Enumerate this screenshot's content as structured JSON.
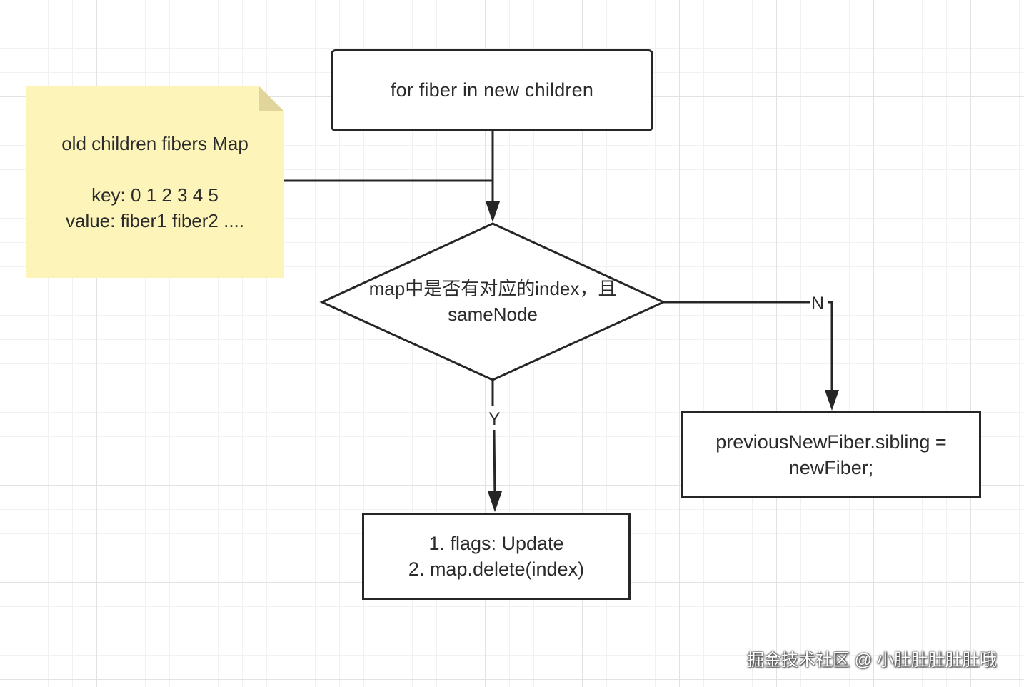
{
  "start": {
    "text": "for fiber in new children"
  },
  "note": {
    "title": "old children fibers Map",
    "key_line": "key: 0 1 2 3 4 5",
    "value_line": "value: fiber1 fiber2 ...."
  },
  "decision": {
    "line1": "map中是否有对应的index，且",
    "line2": "sameNode"
  },
  "yes_branch": {
    "label": "Y",
    "line1": "1. flags: Update",
    "line2": "2. map.delete(index)"
  },
  "no_branch": {
    "label": "N",
    "line1": "previousNewFiber.sibling =",
    "line2": "newFiber;"
  },
  "watermark": "掘金技术社区 @ 小肚肚肚肚肚哦",
  "colors": {
    "stroke": "#262626",
    "note_fill": "#fcf4b8",
    "note_fold": "#e2d59c"
  }
}
